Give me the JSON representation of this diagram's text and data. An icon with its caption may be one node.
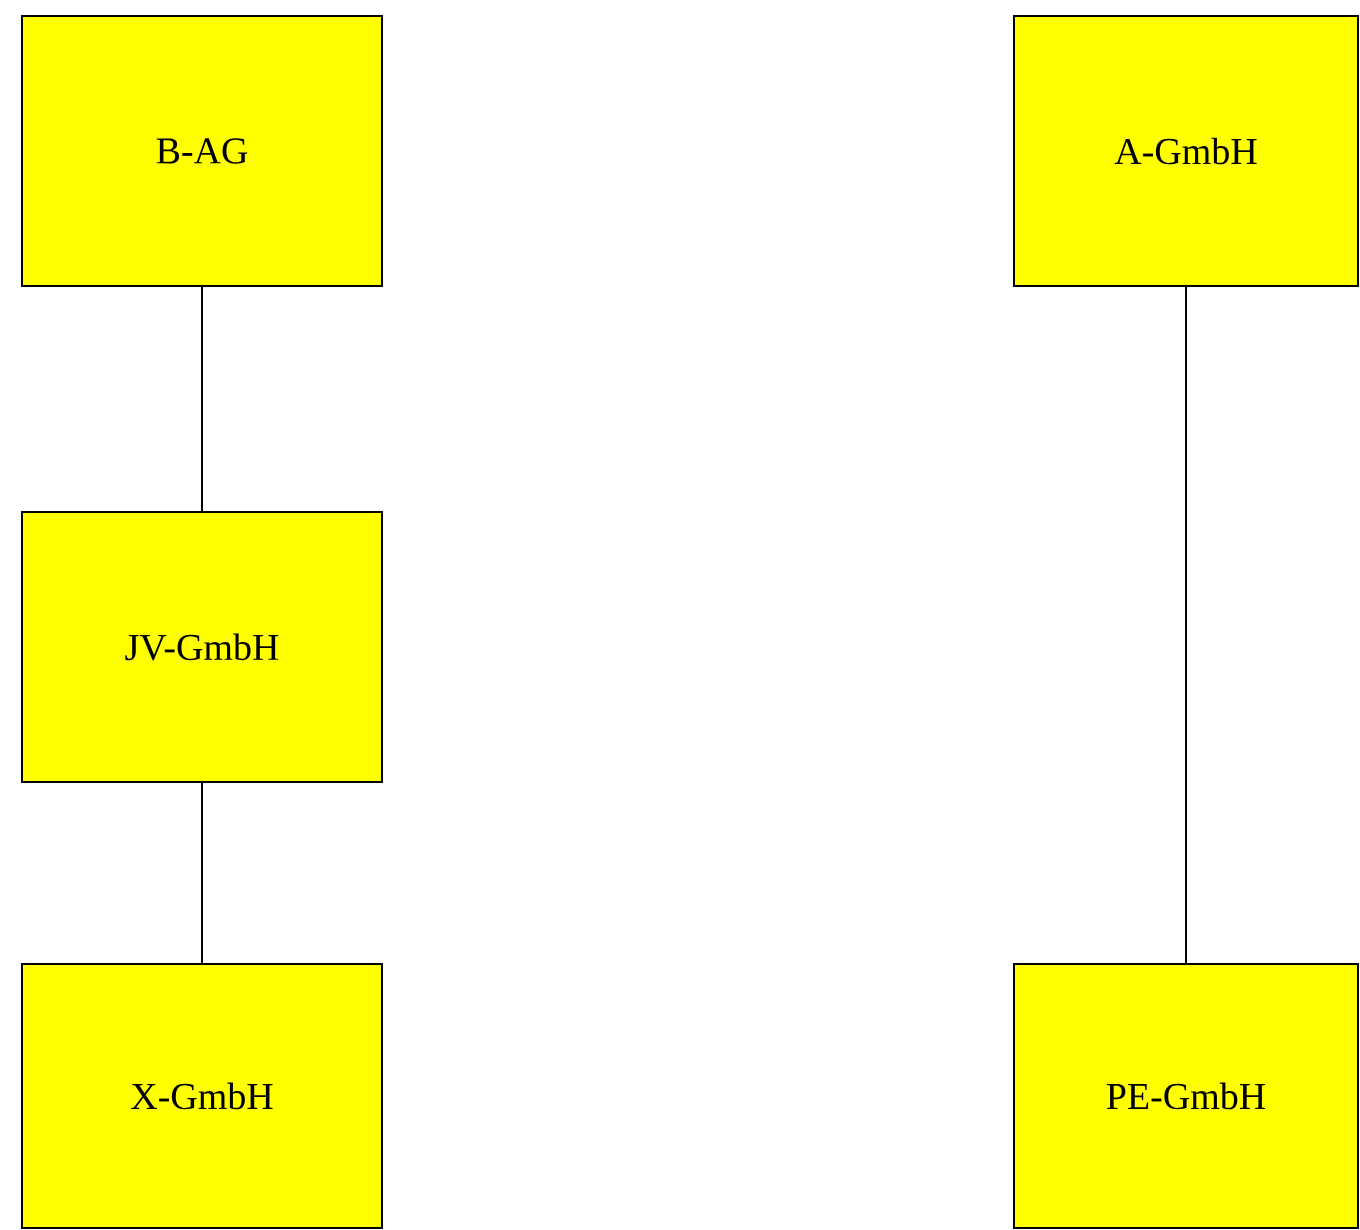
{
  "diagram": {
    "nodes": [
      {
        "text": [
          "B-AG"
        ]
      },
      {
        "text": [
          "A-GmbH"
        ]
      },
      {
        "text": [
          "JV-GmbH"
        ]
      },
      {
        "text": [
          "X-GmbH"
        ]
      },
      {
        "text": [
          "PE-GmbH"
        ]
      }
    ],
    "edges": [
      {
        "from": 0,
        "to": 2,
        "arrow": "none"
      },
      {
        "from": 2,
        "to": 3,
        "arrow": "none"
      },
      {
        "from": 1,
        "to": 4,
        "arrow": "none"
      }
    ]
  }
}
